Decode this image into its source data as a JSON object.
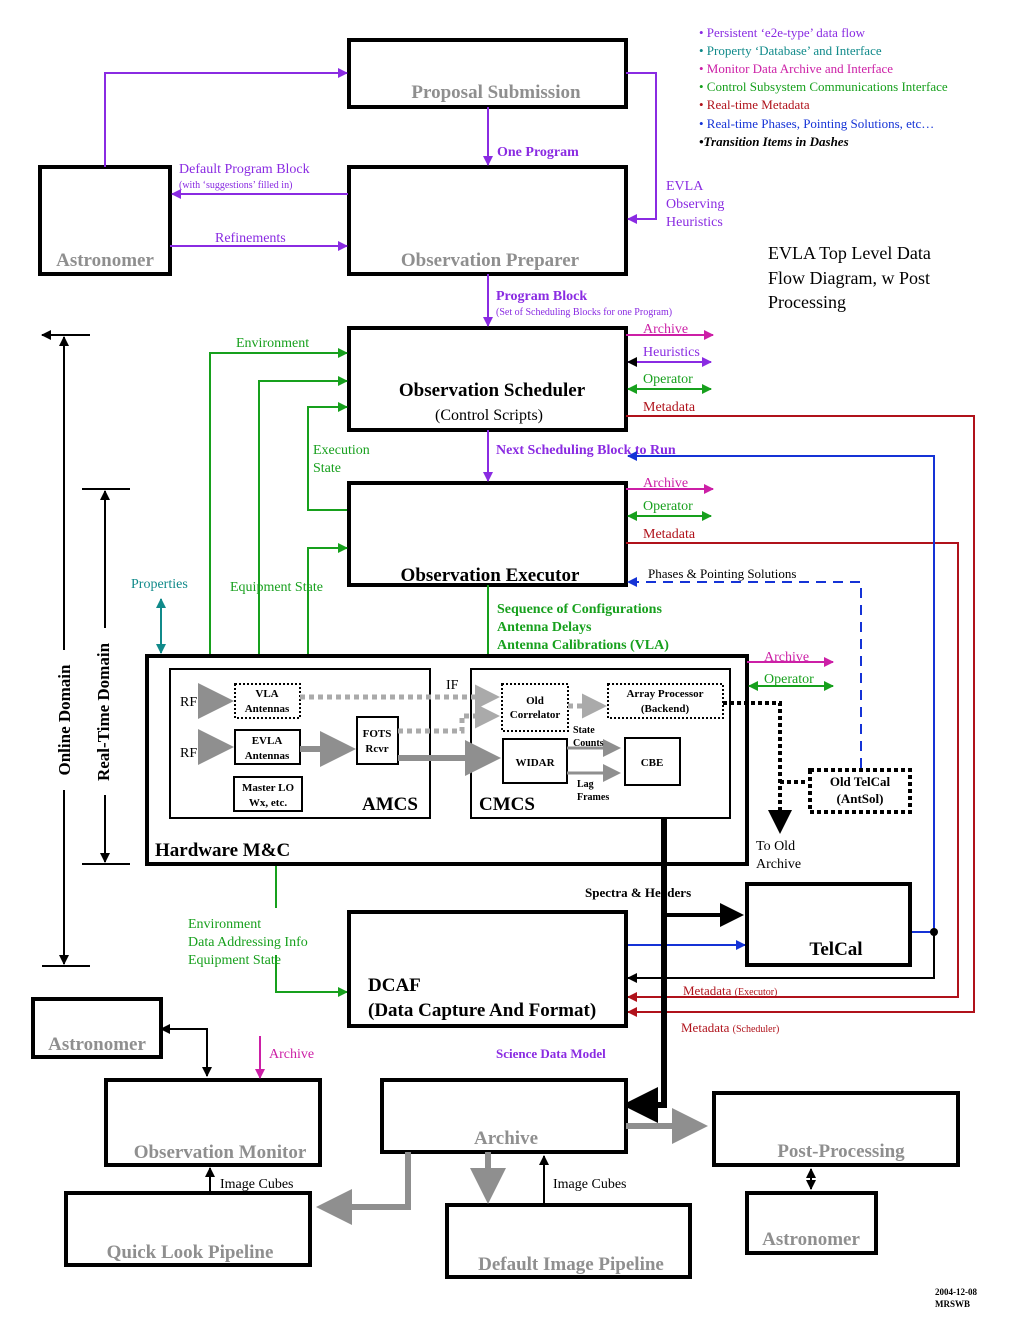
{
  "legend": {
    "items": [
      {
        "text": "• Persistent ‘e2e-type’ data flow",
        "color": "#8a2be2"
      },
      {
        "text": "• Property ‘Database’ and Interface",
        "color": "#108a8a"
      },
      {
        "text": "• Monitor Data Archive and Interface",
        "color": "#cc1fa6"
      },
      {
        "text": "• Control Subsystem Communications Interface",
        "color": "#17a01d"
      },
      {
        "text": "• Real-time Metadata",
        "color": "#b0121b"
      },
      {
        "text": "• Real-time Phases, Pointing Solutions, etc…",
        "color": "#1533d6"
      }
    ],
    "transition": "•Transition Items in Dashes"
  },
  "title": [
    "EVLA Top Level Data",
    "Flow Diagram, w Post",
    "Processing"
  ],
  "boxes": {
    "proposal_submission": "Proposal Submission",
    "astronomer_top": "Astronomer",
    "observation_preparer": "Observation Preparer",
    "observation_scheduler": "Observation Scheduler",
    "control_scripts": "(Control Scripts)",
    "observation_executor": "Observation Executor",
    "hardware_mc": "Hardware M&C",
    "amcs": "AMCS",
    "cmcs": "CMCS",
    "vla_antennas": [
      "VLA",
      "Antennas"
    ],
    "evla_antennas": [
      "EVLA",
      "Antennas"
    ],
    "master_lo": [
      "Master LO",
      "Wx, etc."
    ],
    "fots_revr": [
      "FOTS",
      "Rcvr"
    ],
    "old_correlator": [
      "Old",
      "Correlator"
    ],
    "array_processor": [
      "Array Processor",
      "(Backend)"
    ],
    "widar": "WIDAR",
    "cbe": "CBE",
    "old_telcal": [
      "Old TelCal",
      "(AntSol)"
    ],
    "telcal": "TelCal",
    "dcaf": [
      "DCAF",
      "(Data Capture And Format)"
    ],
    "astronomer_left": "Astronomer",
    "observation_monitor": "Observation Monitor",
    "archive": "Archive",
    "post_processing": "Post-Processing",
    "astronomer_right": "Astronomer",
    "quick_look_pipeline": "Quick Look Pipeline",
    "default_image_pipeline": "Default Image Pipeline"
  },
  "labels": {
    "one_program": "One Program",
    "default_program_block": "Default Program Block",
    "suggestions": "(with ‘suggestions’ filled in)",
    "refinements": "Refinements",
    "evla_heuristics": [
      "EVLA",
      "Observing",
      "Heuristics"
    ],
    "program_block": "Program Block",
    "program_block_sub": "(Set of Scheduling Blocks for one Program)",
    "environment": "Environment",
    "archive": "Archive",
    "heuristics": "Heuristics",
    "operator": "Operator",
    "metadata": "Metadata",
    "execution_state": [
      "Execution",
      "State"
    ],
    "next_block": "Next Scheduling Block to Run",
    "phases_pointing": "Phases & Pointing Solutions",
    "properties": "Properties",
    "equipment_state": "Equipment State",
    "sequence": [
      "Sequence of Configurations",
      "Antenna Delays",
      "Antenna Calibrations (VLA)"
    ],
    "online_domain": "Online Domain",
    "realtime_domain": "Real-Time Domain",
    "rf": "RF",
    "if": "IF",
    "state_counts": [
      "State",
      "Counts"
    ],
    "lag_frames": [
      "Lag",
      "Frames"
    ],
    "to_old_archive": [
      "To Old",
      "Archive"
    ],
    "spectra_headers": "Spectra & Headers",
    "env_block": [
      "Environment",
      "Data Addressing Info",
      "Equipment State"
    ],
    "metadata_executor": "Metadata",
    "metadata_executor_sub": "(Executor)",
    "metadata_scheduler": "Metadata",
    "metadata_scheduler_sub": "(Scheduler)",
    "science_data_model": "Science Data Model",
    "image_cubes": "Image Cubes"
  },
  "footer": [
    "2004-12-08",
    "MRSWB"
  ]
}
